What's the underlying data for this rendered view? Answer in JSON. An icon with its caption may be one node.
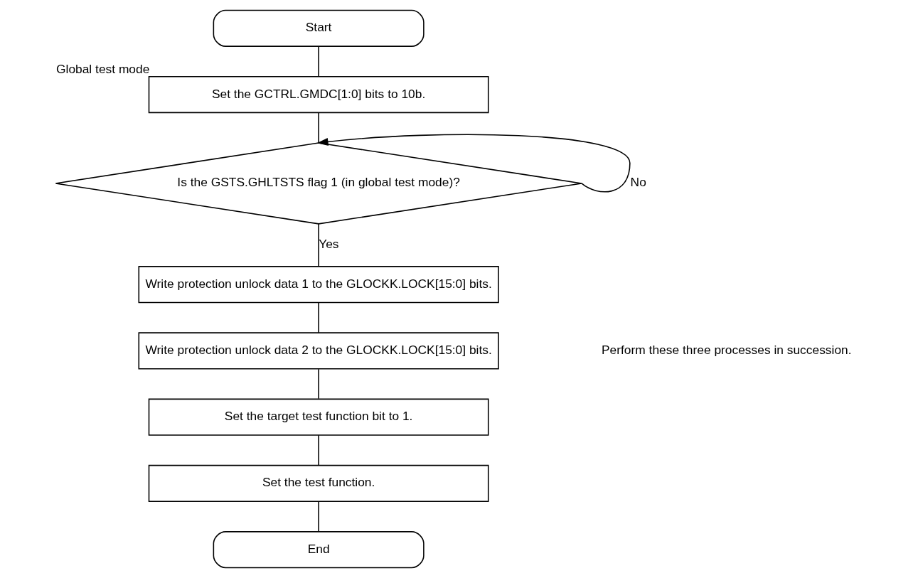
{
  "diagram": {
    "nodes": [
      {
        "text": [
          "Start"
        ]
      },
      {
        "text": [
          "Set the GCTRL.GMDC[1:0] bits to 10b."
        ],
        "beside": [
          "Global test mode"
        ]
      },
      {
        "text": [
          "Is the GSTS.GHLTSTS flag 1 (in global test mode)?"
        ]
      },
      {
        "text": [
          "Write protection unlock data 1 to the GLOCKK.LOCK[15:0] bits."
        ]
      },
      {
        "text": [
          "Write protection unlock data 2 to the GLOCKK.LOCK[15:0] bits."
        ]
      },
      {
        "text": [
          "Set the target test function bit to 1."
        ]
      },
      {
        "text": [
          "Set the test function."
        ]
      },
      {
        "text": [
          "End"
        ]
      }
    ],
    "edges": [
      {
        "from": 0,
        "to": 1,
        "arrow": "none"
      },
      {
        "from": 1,
        "to": 2,
        "arrow": "none"
      },
      {
        "from": 2,
        "to": 2,
        "arrow": "to",
        "label": "No"
      },
      {
        "from": 2,
        "to": 3,
        "arrow": "none",
        "label": "Yes"
      },
      {
        "from": 3,
        "to": 4,
        "arrow": "none"
      },
      {
        "from": 4,
        "to": 5,
        "arrow": "none"
      },
      {
        "from": 5,
        "to": 6,
        "arrow": "none"
      },
      {
        "from": 6,
        "to": 7,
        "arrow": "none"
      }
    ],
    "labels": [
      "Perform these three processes in succession."
    ]
  }
}
